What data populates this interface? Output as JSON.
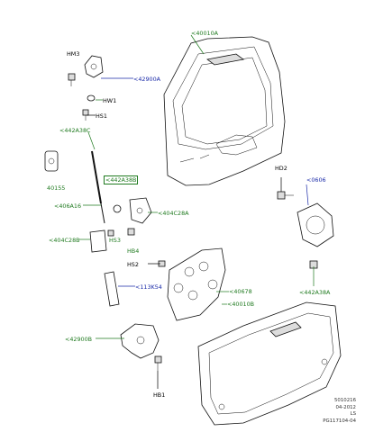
{
  "callouts": {
    "p40010A": "<40010A",
    "hm3": "HM3",
    "p42900A": "<42900A",
    "hw1": "HW1",
    "hs1": "HS1",
    "p442A38C": "<442A38C",
    "p40155": "40155",
    "p442A38B": "<442A38B",
    "p406A16": "<406A16",
    "p404C28A": "<404C28A",
    "p404C28B": "<404C28B",
    "hs3": "HS3",
    "hb4": "HB4",
    "hd2": "HD2",
    "p0606": "<0606",
    "hs2": "HS2",
    "p113K54": "<113K54",
    "p40678": "<40678",
    "p442A38A": "<442A38A",
    "p40010B": "<40010B",
    "p42900B": "<42900B",
    "hb1": "HB1"
  },
  "meta": {
    "line1": "5010216",
    "line2": "04-2012",
    "line3": "LS",
    "line4": "PG117104-04"
  }
}
